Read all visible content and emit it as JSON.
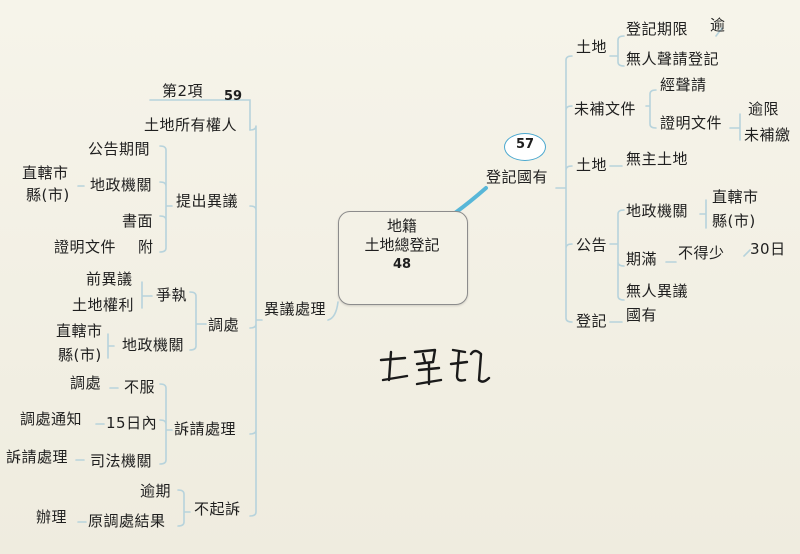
{
  "center": {
    "line1": "地籍",
    "line2": "土地總登記",
    "count": "48"
  },
  "right": {
    "badge": "57",
    "root": "登記國有",
    "land1": {
      "label": "土地",
      "a": "登記期限",
      "a1": "逾",
      "b": "無人聲請登記"
    },
    "unfinished": {
      "label": "未補文件",
      "a": "經聲請",
      "b": "證明文件",
      "b1": "逾限",
      "b2": "未補繳"
    },
    "land2": {
      "label": "土地",
      "a": "無主土地"
    },
    "notice": {
      "label": "公告",
      "a": "地政機關",
      "a1": "直轄市",
      "a2": "縣(市)",
      "b": "期滿",
      "b1": "不得少",
      "b2": "30日",
      "c": "無人異議"
    },
    "register": {
      "label": "登記",
      "a": "國有"
    }
  },
  "left": {
    "root": "異議處理",
    "item2": {
      "label": "第2項",
      "count": "59"
    },
    "owner": "土地所有權人",
    "objection": {
      "label": "提出異議",
      "a": "公告期間",
      "b": "地政機關",
      "b1": "直轄市",
      "b2": "縣(市)",
      "c": "書面",
      "d": "證明文件",
      "d1": "附"
    },
    "mediation": {
      "label": "調處",
      "a": "爭執",
      "a1": "前異議",
      "a2": "土地權利",
      "b": "地政機關",
      "b1": "直轄市",
      "b2": "縣(市)"
    },
    "appeal": {
      "label": "訴請處理",
      "a": "不服",
      "a1": "調處",
      "b": "15日內",
      "b1": "調處通知",
      "c": "司法機關",
      "c1": "訴請處理"
    },
    "noappeal": {
      "label": "不起訴",
      "a": "逾期",
      "b": "原調處結果",
      "b1": "辦理"
    }
  }
}
